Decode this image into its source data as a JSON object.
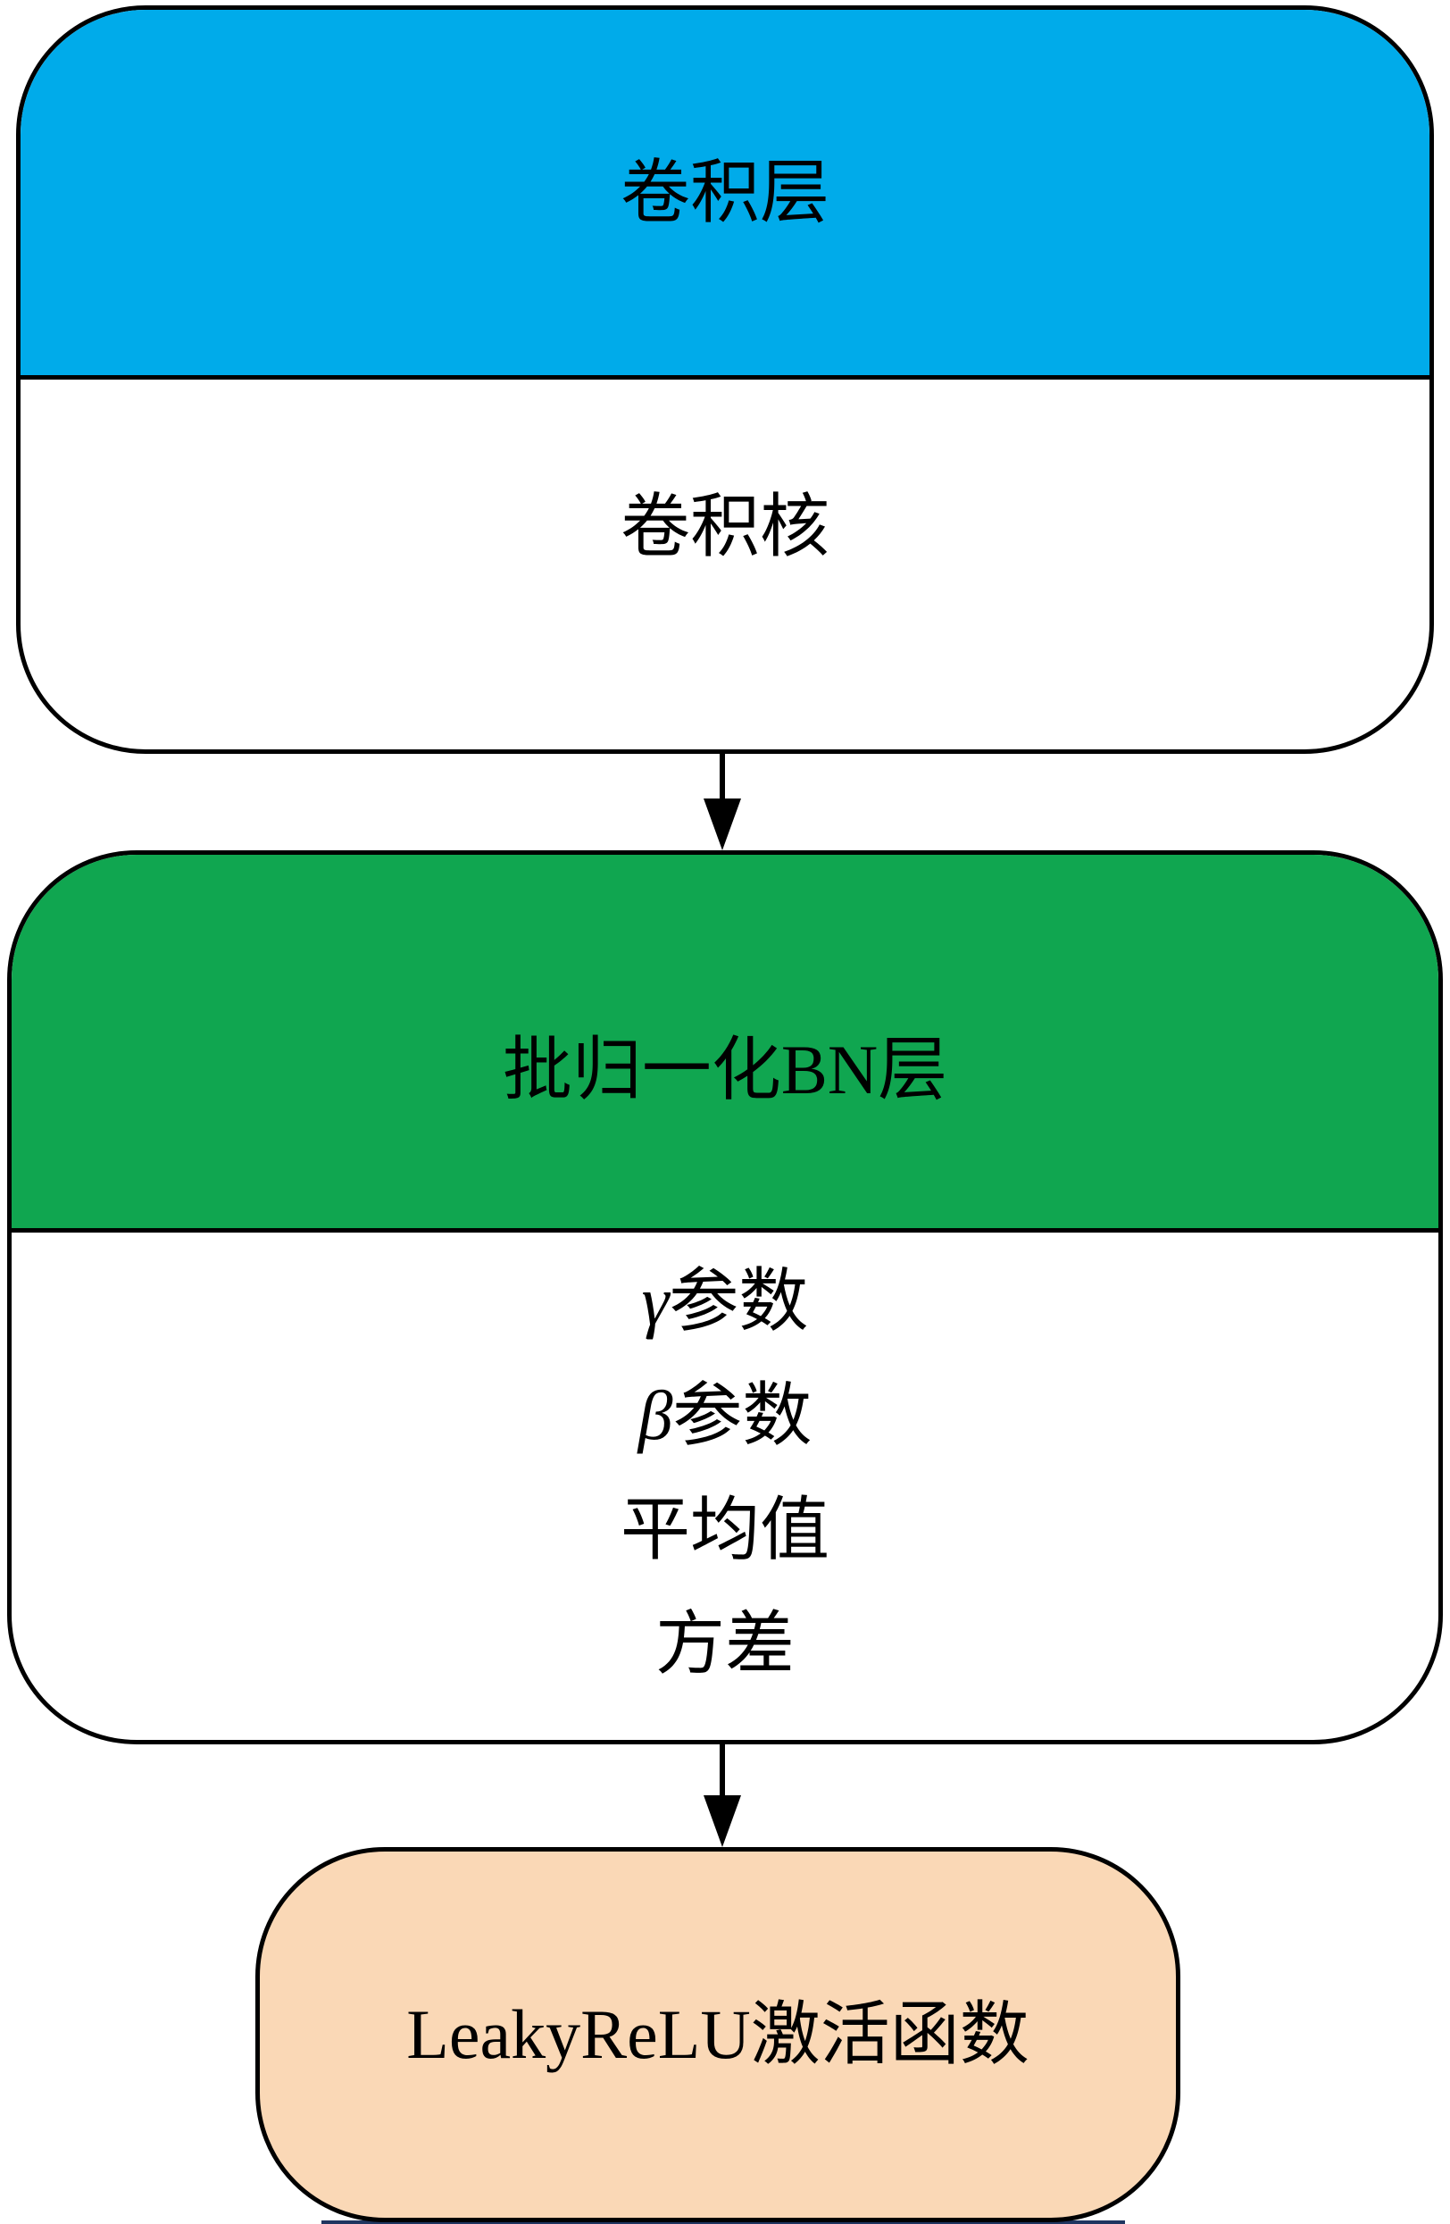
{
  "diagram": {
    "nodes": {
      "conv": {
        "header": "卷积层",
        "body": "卷积核",
        "header_color": "#00ABEA"
      },
      "bn": {
        "header": "批归一化BN层",
        "header_color": "#10A650",
        "params": [
          {
            "symbol": "γ",
            "label": "参数"
          },
          {
            "symbol": "β",
            "label": "参数"
          },
          {
            "symbol": "",
            "label": "平均值"
          },
          {
            "symbol": "",
            "label": "方差"
          }
        ]
      },
      "activation": {
        "label": "LeakyReLU激活函数",
        "fill_color": "#FAD8B6"
      }
    },
    "colors": {
      "border": "#000000",
      "background": "#FFFFFF",
      "bottom_strip": "#1F3560"
    }
  }
}
